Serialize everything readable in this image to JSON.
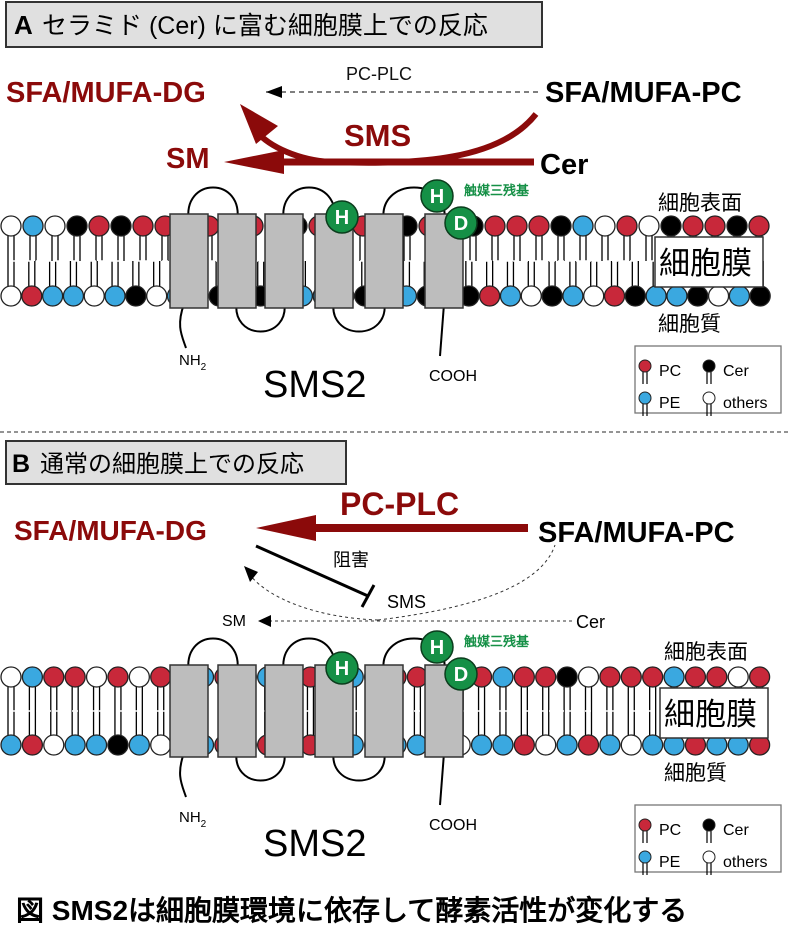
{
  "colors": {
    "dark_red": "#8b0a0a",
    "pc": "#c8283a",
    "pe": "#3aa8e0",
    "cer": "#000000",
    "others": "#ffffff",
    "protein": "#bdbdbd",
    "residue_green": "#159046",
    "panel_header_bg": "#e0e0e0"
  },
  "panelA": {
    "header_letter": "A",
    "header_text": "セラミド (Cer) に富む細胞膜上での反応",
    "pc_plc_label": "PC-PLC",
    "dg_label": "SFA/MUFA-DG",
    "pc_label": "SFA/MUFA-PC",
    "sms_label": "SMS",
    "sm_label": "SM",
    "cer_label": "Cer",
    "catalytic_label": "触媒三残基",
    "residue_h": "H",
    "residue_d": "D",
    "surface_label": "細胞表面",
    "membrane_label": "細胞膜",
    "cytoplasm_label": "細胞質",
    "nterm_label": "NH",
    "nterm_sub": "2",
    "cterm_label": "COOH",
    "protein_label": "SMS2",
    "upper_leaflet": [
      "o",
      "e",
      "o",
      "k",
      "p",
      "k",
      "p",
      "p",
      "k",
      "p",
      "k",
      "p",
      "k",
      "k",
      "p",
      "k",
      "p",
      "k",
      "k",
      "p",
      "k",
      "k",
      "p",
      "p",
      "p",
      "k",
      "e",
      "o",
      "p",
      "o",
      "k",
      "p",
      "p",
      "k",
      "p"
    ],
    "lower_leaflet": [
      "o",
      "p",
      "e",
      "e",
      "o",
      "e",
      "k",
      "o",
      "e",
      "k",
      "k",
      "p",
      "k",
      "k",
      "e",
      "e",
      "k",
      "k",
      "e",
      "e",
      "k",
      "e",
      "k",
      "p",
      "e",
      "o",
      "k",
      "e",
      "o",
      "p",
      "k",
      "e",
      "e",
      "k",
      "o",
      "e",
      "k"
    ]
  },
  "panelB": {
    "header_letter": "B",
    "header_text": "通常の細胞膜上での反応",
    "pc_plc_label": "PC-PLC",
    "dg_label": "SFA/MUFA-DG",
    "pc_label": "SFA/MUFA-PC",
    "inhibit_label": "阻害",
    "sms_label": "SMS",
    "sm_label": "SM",
    "cer_label": "Cer",
    "catalytic_label": "触媒三残基",
    "residue_h": "H",
    "residue_d": "D",
    "surface_label": "細胞表面",
    "membrane_label": "細胞膜",
    "cytoplasm_label": "細胞質",
    "nterm_label": "NH",
    "nterm_sub": "2",
    "cterm_label": "COOH",
    "protein_label": "SMS2",
    "upper_leaflet": [
      "o",
      "e",
      "p",
      "p",
      "o",
      "p",
      "o",
      "p",
      "p",
      "e",
      "p",
      "p",
      "e",
      "p",
      "p",
      "p",
      "e",
      "p",
      "p",
      "p",
      "p",
      "p",
      "p",
      "e",
      "p",
      "p",
      "k",
      "o",
      "p",
      "p",
      "p",
      "e",
      "p",
      "p",
      "o",
      "p"
    ],
    "lower_leaflet": [
      "e",
      "p",
      "o",
      "e",
      "e",
      "k",
      "e",
      "o",
      "e",
      "e",
      "p",
      "o",
      "p",
      "e",
      "p",
      "e",
      "e",
      "o",
      "e",
      "e",
      "e",
      "o",
      "e",
      "e",
      "p",
      "o",
      "e",
      "p",
      "e",
      "o",
      "e",
      "e",
      "p",
      "e",
      "e",
      "p"
    ]
  },
  "legend": {
    "items": [
      {
        "key": "p",
        "label": "PC"
      },
      {
        "key": "k",
        "label": "Cer"
      },
      {
        "key": "e",
        "label": "PE"
      },
      {
        "key": "o",
        "label": "others"
      }
    ]
  },
  "caption": "図 SMS2は細胞膜環境に依存して酵素活性が変化する"
}
